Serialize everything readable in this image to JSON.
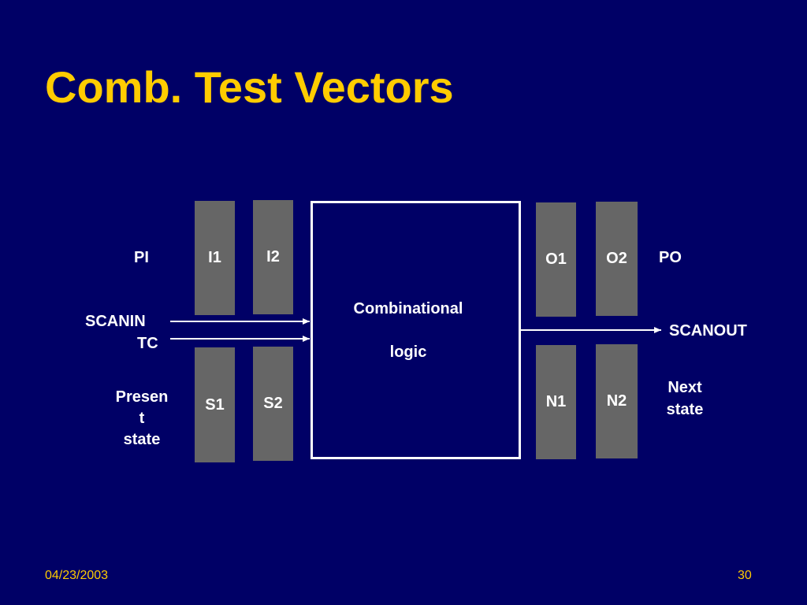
{
  "slide": {
    "title": "Comb. Test Vectors",
    "date": "04/23/2003",
    "page_number": "30"
  },
  "diagram": {
    "labels": {
      "pi": "PI",
      "scanin": "SCANIN",
      "tc": "TC",
      "present_state": "Presen\nt\nstate",
      "po": "PO",
      "scanout": "SCANOUT",
      "next_state": "Next\nstate"
    },
    "combinational_block": {
      "line1": "Combinational",
      "line2": "logic"
    },
    "input_registers": [
      "I1",
      "I2"
    ],
    "state_registers": [
      "S1",
      "S2"
    ],
    "output_registers": [
      "O1",
      "O2"
    ],
    "next_state_registers": [
      "N1",
      "N2"
    ]
  },
  "colors": {
    "background": "#000066",
    "title": "#ffcc00",
    "register_fill": "#666666",
    "text": "#ffffff"
  }
}
